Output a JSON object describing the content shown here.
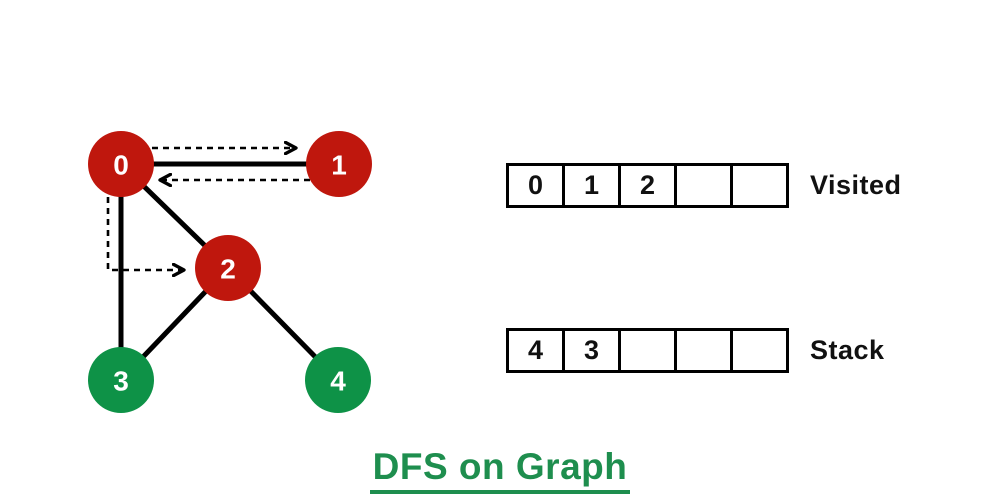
{
  "title": {
    "text": "DFS on Graph",
    "color": "#1e8e4e"
  },
  "graph": {
    "node_colors": {
      "visited": "#bf170d",
      "unvisited": "#0e9247"
    },
    "nodes": [
      {
        "label": "0",
        "state": "visited"
      },
      {
        "label": "1",
        "state": "visited"
      },
      {
        "label": "2",
        "state": "visited"
      },
      {
        "label": "3",
        "state": "unvisited"
      },
      {
        "label": "4",
        "state": "unvisited"
      }
    ],
    "edges": [
      "0-1",
      "0-2",
      "0-3",
      "2-3",
      "2-4"
    ],
    "traversal_arrows": [
      "0→1",
      "1→0",
      "0→2"
    ]
  },
  "visited_array": {
    "label": "Visited",
    "cells": [
      "0",
      "1",
      "2",
      "",
      ""
    ]
  },
  "stack_array": {
    "label": "Stack",
    "cells": [
      "4",
      "3",
      "",
      "",
      ""
    ]
  }
}
